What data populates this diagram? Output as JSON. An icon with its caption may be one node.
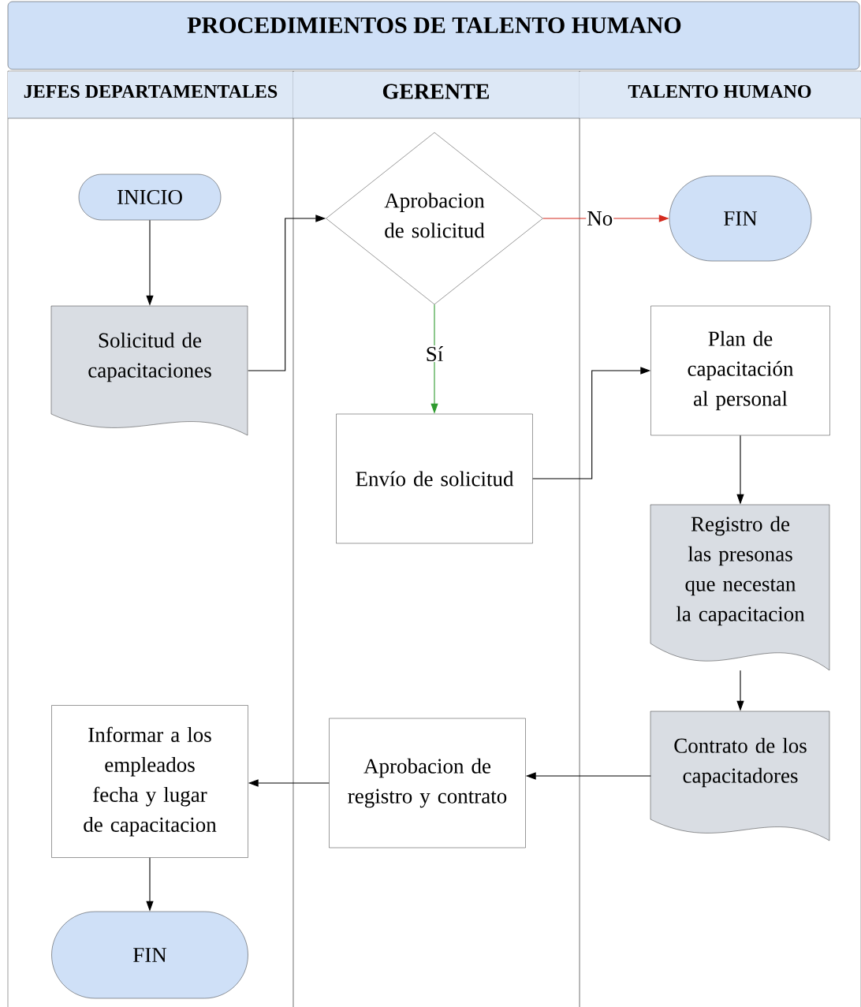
{
  "diagram": {
    "title": "PROCEDIMIENTOS DE TALENTO HUMANO",
    "nodes": [
      {
        "text": [
          "JEFES DEPARTAMENTALES"
        ]
      },
      {
        "text": [
          "GERENTE"
        ]
      },
      {
        "text": [
          "TALENTO HUMANO"
        ]
      },
      {
        "text": [
          "INICIO"
        ],
        "in": 0
      },
      {
        "text": [
          "Aprobacion de solicitud"
        ],
        "in": 1
      },
      {
        "text": [
          "FIN"
        ],
        "in": 2
      },
      {
        "text": [
          "Solicitud de capacitaciones"
        ],
        "in": 0
      },
      {
        "text": [
          "Plan de capacitación al personal"
        ],
        "in": 2
      },
      {
        "text": [
          "Envío de solicitud"
        ],
        "in": 1
      },
      {
        "text": [
          "Registro de las presonas que necestan la capacitacion"
        ],
        "in": 2
      },
      {
        "text": [
          "Informar a los empleados fecha y lugar de capacitacion"
        ],
        "in": 0
      },
      {
        "text": [
          "Aprobacion de registro y contrato"
        ],
        "in": 1
      },
      {
        "text": [
          "Contrato de los capacitadores"
        ],
        "in": 2
      },
      {
        "text": [
          "FIN"
        ],
        "in": 0
      }
    ],
    "edges": [
      {
        "from": 3,
        "to": 6,
        "arrow": "to"
      },
      {
        "from": 6,
        "to": 4,
        "arrow": "to"
      },
      {
        "from": 4,
        "to": 5,
        "arrow": "to",
        "label": "No",
        "color": "#d42a1e"
      },
      {
        "from": 4,
        "to": 8,
        "arrow": "to",
        "label": "Sí",
        "color": "#2e9a2e"
      },
      {
        "from": 8,
        "to": 7,
        "arrow": "to"
      },
      {
        "from": 7,
        "to": 9,
        "arrow": "to"
      },
      {
        "from": 9,
        "to": 12,
        "arrow": "to"
      },
      {
        "from": 12,
        "to": 11,
        "arrow": "to"
      },
      {
        "from": 11,
        "to": 10,
        "arrow": "to"
      },
      {
        "from": 10,
        "to": 13,
        "arrow": "to"
      }
    ]
  }
}
